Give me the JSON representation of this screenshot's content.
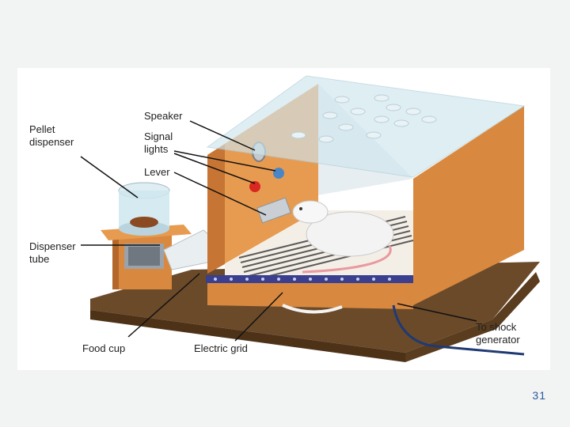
{
  "labels": {
    "speaker": "Speaker",
    "signal_lights": "Signal\nlights",
    "lever": "Lever",
    "pellet_dispenser": "Pellet\ndispenser",
    "dispenser_tube": "Dispenser\ntube",
    "food_cup": "Food cup",
    "electric_grid": "Electric grid",
    "shock_generator": "To shock\ngenerator"
  },
  "page_number": "31",
  "colors": {
    "wood": "#d9893f",
    "wood_dark": "#b4672a",
    "base": "#6b4a2a",
    "glass": "#cfe6ee",
    "grid_bar": "#3a3f8f",
    "wire": "#1f3a73",
    "light_red": "#d8281f",
    "light_blue": "#4a86c5"
  }
}
